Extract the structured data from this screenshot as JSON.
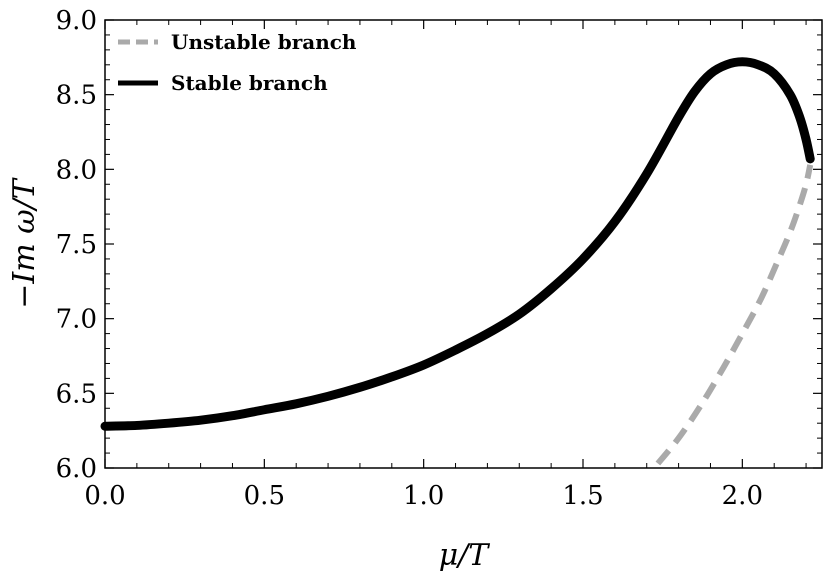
{
  "chart_data": {
    "type": "line",
    "xlabel": "μ/T",
    "ylabel": "−Im ω/T",
    "xlim": [
      0.0,
      2.25
    ],
    "ylim": [
      6.0,
      9.0
    ],
    "xticks": [
      "0.0",
      "0.5",
      "1.0",
      "1.5",
      "2.0"
    ],
    "yticks": [
      "6.0",
      "6.5",
      "7.0",
      "7.5",
      "8.0",
      "8.5",
      "9.0"
    ],
    "grid": false,
    "legend_position": "top-left",
    "series": [
      {
        "name": "Unstable branch",
        "style": "dashed",
        "color": "#aaaaaa",
        "x": [
          1.735,
          1.8,
          1.87,
          1.94,
          2.0,
          2.06,
          2.11,
          2.15,
          2.18,
          2.2,
          2.213
        ],
        "y": [
          6.03,
          6.2,
          6.42,
          6.67,
          6.9,
          7.14,
          7.38,
          7.58,
          7.76,
          7.9,
          8.03
        ]
      },
      {
        "name": "Stable branch",
        "style": "solid",
        "color": "#000000",
        "x": [
          0.0,
          0.1,
          0.2,
          0.3,
          0.4,
          0.5,
          0.6,
          0.7,
          0.8,
          0.9,
          1.0,
          1.1,
          1.2,
          1.3,
          1.4,
          1.5,
          1.6,
          1.7,
          1.8,
          1.85,
          1.9,
          1.95,
          2.0,
          2.05,
          2.1,
          2.15,
          2.18,
          2.2,
          2.213
        ],
        "y": [
          6.28,
          6.285,
          6.3,
          6.32,
          6.35,
          6.39,
          6.43,
          6.48,
          6.54,
          6.61,
          6.69,
          6.79,
          6.9,
          7.03,
          7.2,
          7.4,
          7.65,
          7.97,
          8.35,
          8.52,
          8.64,
          8.7,
          8.72,
          8.7,
          8.64,
          8.5,
          8.35,
          8.2,
          8.07
        ]
      }
    ]
  }
}
